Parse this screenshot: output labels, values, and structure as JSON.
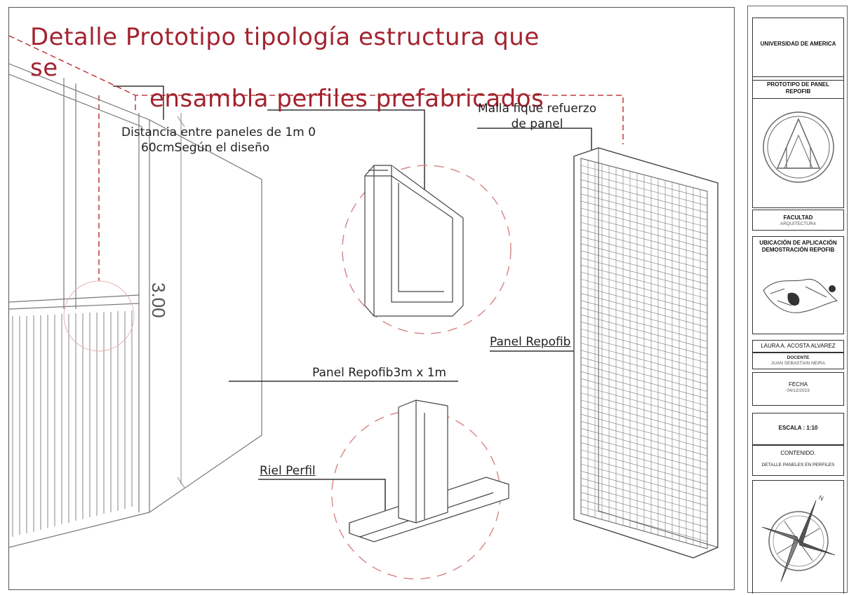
{
  "drawing": {
    "title_line1": "Detalle Prototipo tipología estructura que se",
    "title_line2": "ensambla perfiles prefabricados",
    "labels": {
      "distance_line1": "Distancia entre paneles de 1m 0",
      "distance_line2": "60cmSegún el diseño",
      "mesh_line1": "Malla fique refuerzo",
      "mesh_line2": "de panel",
      "panel_repofib": "Panel Repofib",
      "panel_size": "Panel Repofib3m x 1m",
      "rail": "Riel Perfil",
      "height_dim": "3.00"
    },
    "colors": {
      "title": "#a3232f",
      "dash": "#c0393b"
    }
  },
  "title_block": {
    "university": "UNIVERSIDAD DE AMERICA",
    "project": "PROTOTIPO DE PANEL REPOFIB",
    "faculty_label": "FACULTAD",
    "faculty_value": "ARQUITECTURA",
    "location_label": "UBICACIÓN DE APLICACIÓN DEMOSTRACIÓN REPOFIB",
    "author": "LAURA A. ACOSTA ALVAREZ",
    "teacher_label": "DOCENTE",
    "teacher_value": "JUAN SEBASTIAN NEIRA",
    "date_label": "FECHA",
    "date_value": "04/12/2023",
    "scale": "ESCALA : 1:10",
    "content_label": "CONTENIDO.",
    "content_value": "DETALLE PANELES EN PERFILES"
  }
}
